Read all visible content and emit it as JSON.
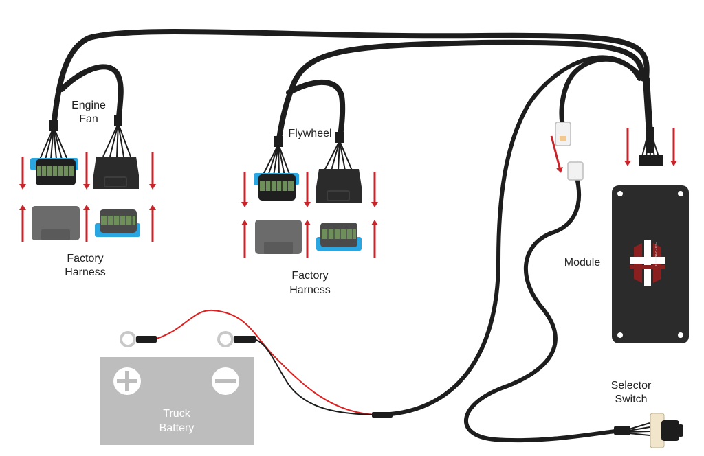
{
  "labels": {
    "engine_fan_line1": "Engine",
    "engine_fan_line2": "Fan",
    "flywheel": "Flywheel",
    "factory_harness_1_line1": "Factory",
    "factory_harness_1_line2": "Harness",
    "factory_harness_2_line1": "Factory",
    "factory_harness_2_line2": "Harness",
    "module": "Module",
    "selector_line1": "Selector",
    "selector_line2": "Switch",
    "battery_line1": "Truck",
    "battery_line2": "Battery",
    "module_brand": "PERFORMANCE"
  },
  "colors": {
    "cable": "#1d1d1d",
    "arrow": "#c8252b",
    "blue_connector": "#2aa7e0",
    "green_pins": "#6f8f5a",
    "dark_connector": "#2b2b2b",
    "gray_connector": "#6b6b6b",
    "battery": "#bdbdbd",
    "positive_wire": "#e02020",
    "module_body": "#2b2b2b",
    "logo_red": "#8a1f1f"
  }
}
